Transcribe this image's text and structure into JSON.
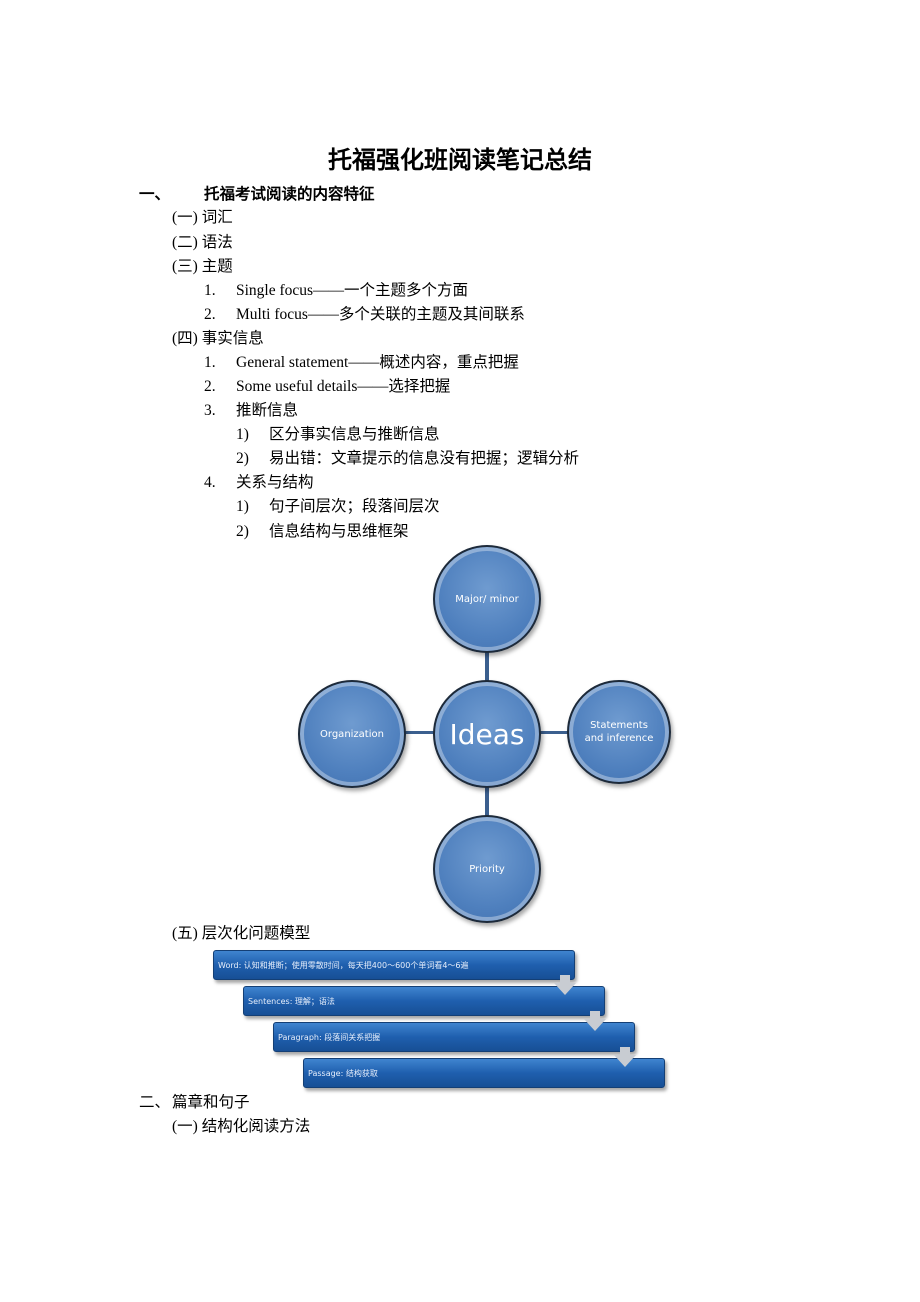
{
  "title": "托福强化班阅读笔记总结",
  "sections": [
    {
      "num": "一、",
      "heading": "托福考试阅读的内容特征"
    },
    {
      "num": "二、",
      "heading": "篇章和句子"
    }
  ],
  "items": {
    "s1_1": "(一) 词汇",
    "s1_2": "(二) 语法",
    "s1_3": "(三) 主题",
    "s1_3_1_num": "1.",
    "s1_3_1": "Single focus——一个主题多个方面",
    "s1_3_2_num": "2.",
    "s1_3_2": "Multi focus——多个关联的主题及其间联系",
    "s1_4": "(四) 事实信息",
    "s1_4_1_num": "1.",
    "s1_4_1": "General statement——概述内容，重点把握",
    "s1_4_2_num": "2.",
    "s1_4_2": "Some useful details——选择把握",
    "s1_4_3_num": "3.",
    "s1_4_3": "推断信息",
    "s1_4_3_1_num": "1)",
    "s1_4_3_1": "区分事实信息与推断信息",
    "s1_4_3_2_num": "2)",
    "s1_4_3_2": "易出错：文章提示的信息没有把握；逻辑分析",
    "s1_4_4_num": "4.",
    "s1_4_4": "关系与结构",
    "s1_4_4_1_num": "1)",
    "s1_4_4_1": "句子间层次；段落间层次",
    "s1_4_4_2_num": "2)",
    "s1_4_4_2": "信息结构与思维框架",
    "s1_5": "(五) 层次化问题模型",
    "s2_1": "(一) 结构化阅读方法"
  },
  "diagram": {
    "center": "Ideas",
    "top": "Major/ minor",
    "left": "Organization",
    "right": "Statements and inference",
    "bottom": "Priority"
  },
  "process": [
    "Word: 认知和推断；使用零散时间，每天把400～600个单词看4～6遍",
    "Sentences: 理解；语法",
    "Paragraph: 段落间关系把握",
    "Passage: 结构获取"
  ]
}
